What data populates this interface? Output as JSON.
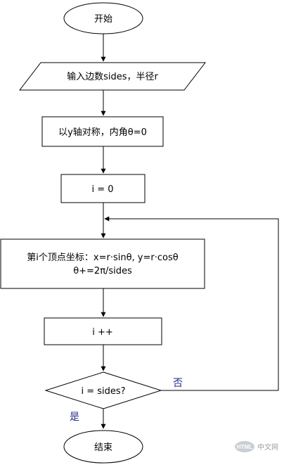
{
  "flowchart": {
    "start": "开始",
    "input": "输入边数sides，半径r",
    "init_axis": "以y轴对称，内角θ=0",
    "init_i": "i = 0",
    "vertex_line1": "第i个顶点坐标：x=r·sinθ, y=r·cosθ",
    "vertex_line2": "θ+=2π/sides",
    "increment": "i ++",
    "condition": "i = sides?",
    "yes_label": "是",
    "no_label": "否",
    "end": "结束"
  },
  "watermark": {
    "badge": "HTML",
    "text": "中文网"
  }
}
